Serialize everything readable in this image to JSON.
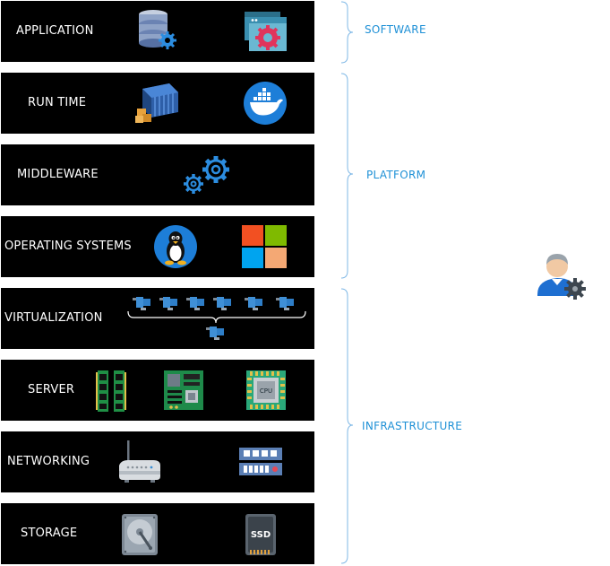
{
  "layers": {
    "application": "APPLICATION",
    "runtime": "RUN TIME",
    "middleware": "MIDDLEWARE",
    "os": "OPERATING SYSTEMS",
    "virtualization": "VIRTUALIZATION",
    "server": "SERVER",
    "networking": "NETWORKING",
    "storage": "STORAGE"
  },
  "categories": {
    "software": "SOFTWARE",
    "platform": "PLATFORM",
    "infrastructure": "INFRASTRUCTURE"
  },
  "colors": {
    "layer_bg": "#000000",
    "layer_text": "#ffffff",
    "category_text": "#1e90d6",
    "bracket": "#7fb8e6"
  },
  "icons": {
    "application": [
      "database-gear-icon",
      "browser-settings-icon"
    ],
    "runtime": [
      "shipping-container-icon",
      "docker-whale-icon"
    ],
    "middleware": [
      "gears-icon"
    ],
    "os": [
      "linux-tux-icon",
      "windows-logo-icon"
    ],
    "virtualization": [
      "virtual-machine-icon",
      "physical-host-icon"
    ],
    "server": [
      "ram-module-icon",
      "motherboard-icon",
      "cpu-chip-icon"
    ],
    "networking": [
      "router-icon",
      "network-switch-icon"
    ],
    "storage": [
      "hard-disk-icon",
      "ssd-icon"
    ],
    "admin": "admin-user-gear-icon"
  },
  "ssd_text": "SSD",
  "cpu_text": "CPU"
}
